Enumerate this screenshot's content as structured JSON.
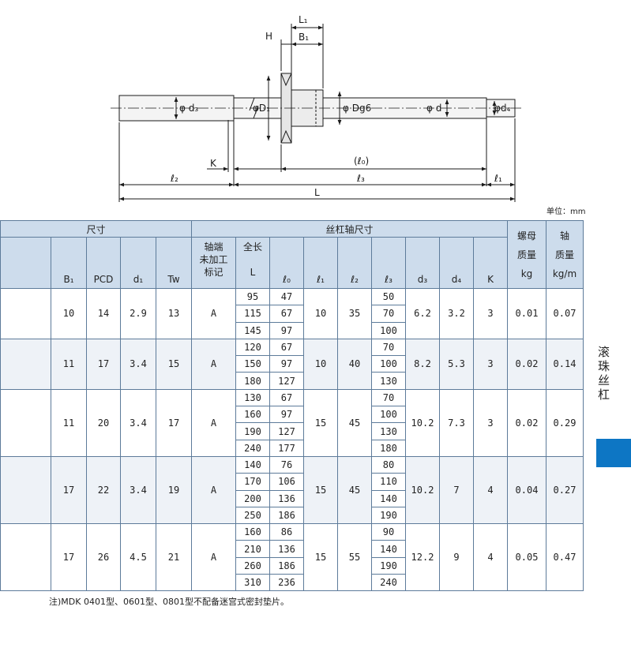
{
  "drawing": {
    "labels": {
      "L1": "L₁",
      "H": "H",
      "B1": "B₁",
      "d3": "φ d₃",
      "D1": "φD₁",
      "Dg6": "φ Dg6",
      "d": "φ d",
      "d4": "φd₄",
      "K": "K",
      "l0": "(ℓ₀)",
      "l2": "ℓ₂",
      "l3": "ℓ₃",
      "l1": "ℓ₁",
      "L": "L"
    },
    "line_color": "#1a1a1a"
  },
  "unit_label": "单位：mm",
  "table": {
    "header": {
      "group_size": "尺寸",
      "group_shaft": "丝杠轴尺寸",
      "nut_mass": [
        "螺母",
        "质量"
      ],
      "shaft_mass": [
        "轴",
        "质量"
      ],
      "shaft_end": [
        "轴端",
        "未加工",
        "标记"
      ],
      "total_length": "全长",
      "cols": {
        "B1": "B₁",
        "PCD": "PCD",
        "d1": "d₁",
        "Tw": "Tw",
        "L": "L",
        "l0": "ℓ₀",
        "l1": "ℓ₁",
        "l2": "ℓ₂",
        "l3": "ℓ₃",
        "d3": "d₃",
        "d4": "d₄",
        "K": "K",
        "nut_mass_unit": "kg",
        "shaft_mass_unit": "kg/m"
      }
    },
    "groups": [
      {
        "B1": "10",
        "PCD": "14",
        "d1": "2.9",
        "Tw": "13",
        "end": "A",
        "l1": "10",
        "l2": "35",
        "d3": "6.2",
        "d4": "3.2",
        "K": "3",
        "nut_mass": "0.01",
        "shaft_mass": "0.07",
        "rows": [
          {
            "L": "95",
            "l0": "47",
            "l3": "50"
          },
          {
            "L": "115",
            "l0": "67",
            "l3": "70"
          },
          {
            "L": "145",
            "l0": "97",
            "l3": "100"
          }
        ]
      },
      {
        "B1": "11",
        "PCD": "17",
        "d1": "3.4",
        "Tw": "15",
        "end": "A",
        "l1": "10",
        "l2": "40",
        "d3": "8.2",
        "d4": "5.3",
        "K": "3",
        "nut_mass": "0.02",
        "shaft_mass": "0.14",
        "rows": [
          {
            "L": "120",
            "l0": "67",
            "l3": "70"
          },
          {
            "L": "150",
            "l0": "97",
            "l3": "100"
          },
          {
            "L": "180",
            "l0": "127",
            "l3": "130"
          }
        ]
      },
      {
        "B1": "11",
        "PCD": "20",
        "d1": "3.4",
        "Tw": "17",
        "end": "A",
        "l1": "15",
        "l2": "45",
        "d3": "10.2",
        "d4": "7.3",
        "K": "3",
        "nut_mass": "0.02",
        "shaft_mass": "0.29",
        "rows": [
          {
            "L": "130",
            "l0": "67",
            "l3": "70"
          },
          {
            "L": "160",
            "l0": "97",
            "l3": "100"
          },
          {
            "L": "190",
            "l0": "127",
            "l3": "130"
          },
          {
            "L": "240",
            "l0": "177",
            "l3": "180"
          }
        ]
      },
      {
        "B1": "17",
        "PCD": "22",
        "d1": "3.4",
        "Tw": "19",
        "end": "A",
        "l1": "15",
        "l2": "45",
        "d3": "10.2",
        "d4": "7",
        "K": "4",
        "nut_mass": "0.04",
        "shaft_mass": "0.27",
        "rows": [
          {
            "L": "140",
            "l0": "76",
            "l3": "80"
          },
          {
            "L": "170",
            "l0": "106",
            "l3": "110"
          },
          {
            "L": "200",
            "l0": "136",
            "l3": "140"
          },
          {
            "L": "250",
            "l0": "186",
            "l3": "190"
          }
        ]
      },
      {
        "B1": "17",
        "PCD": "26",
        "d1": "4.5",
        "Tw": "21",
        "end": "A",
        "l1": "15",
        "l2": "55",
        "d3": "12.2",
        "d4": "9",
        "K": "4",
        "nut_mass": "0.05",
        "shaft_mass": "0.47",
        "rows": [
          {
            "L": "160",
            "l0": "86",
            "l3": "90"
          },
          {
            "L": "210",
            "l0": "136",
            "l3": "140"
          },
          {
            "L": "260",
            "l0": "186",
            "l3": "190"
          },
          {
            "L": "310",
            "l0": "236",
            "l3": "240"
          }
        ]
      }
    ]
  },
  "note": "注)MDK 0401型、0601型、0801型不配备迷宫式密封垫片。",
  "side_tab": {
    "label": "滚珠丝杠",
    "accent": "#0d76c4"
  },
  "colors": {
    "header_bg": "#cddcec",
    "band_bg": "#eef2f7",
    "border": "#5d7b9a"
  }
}
